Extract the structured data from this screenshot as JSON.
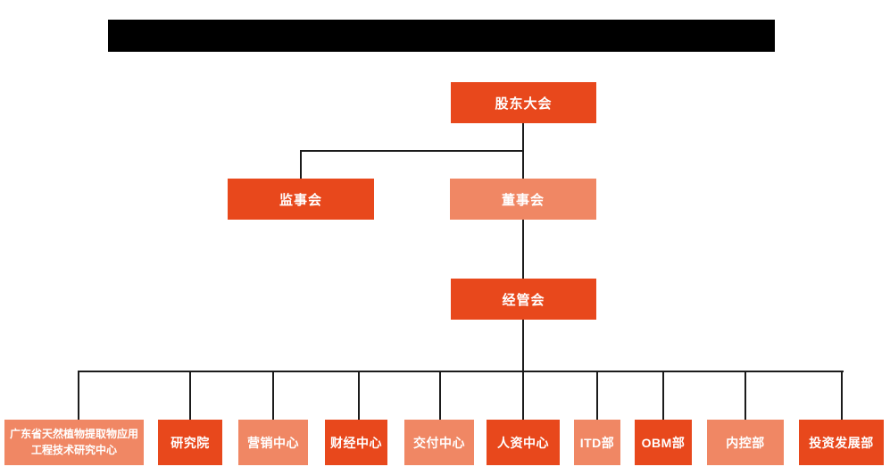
{
  "colors": {
    "node_primary": "#e8481c",
    "node_secondary": "#f08764",
    "connector": "#1b1b1b",
    "node_text": "#ffffff",
    "redacted_bar": "#000000"
  },
  "org_chart": {
    "type": "org-hierarchy-diagram",
    "root": {
      "label": "股东大会"
    },
    "level2": [
      {
        "label": "监事会",
        "variant": "dark"
      },
      {
        "label": "董事会",
        "variant": "light"
      }
    ],
    "level3": {
      "label": "经管会",
      "variant": "dark"
    },
    "departments": [
      {
        "label": "广东省天然植物提取物应用工程技术研究中心",
        "variant": "light"
      },
      {
        "label": "研究院",
        "variant": "dark"
      },
      {
        "label": "营销中心",
        "variant": "light"
      },
      {
        "label": "财经中心",
        "variant": "dark"
      },
      {
        "label": "交付中心",
        "variant": "light"
      },
      {
        "label": "人资中心",
        "variant": "dark"
      },
      {
        "label": "ITD部",
        "variant": "light"
      },
      {
        "label": "OBM部",
        "variant": "dark"
      },
      {
        "label": "内控部",
        "variant": "light"
      },
      {
        "label": "投资发展部",
        "variant": "dark"
      }
    ],
    "hierarchy": {
      "股东大会": [
        "监事会",
        "董事会"
      ],
      "董事会": [
        "经管会"
      ],
      "经管会": [
        "广东省天然植物提取物应用工程技术研究中心",
        "研究院",
        "营销中心",
        "财经中心",
        "交付中心",
        "人资中心",
        "ITD部",
        "OBM部",
        "内控部",
        "投资发展部"
      ]
    }
  }
}
